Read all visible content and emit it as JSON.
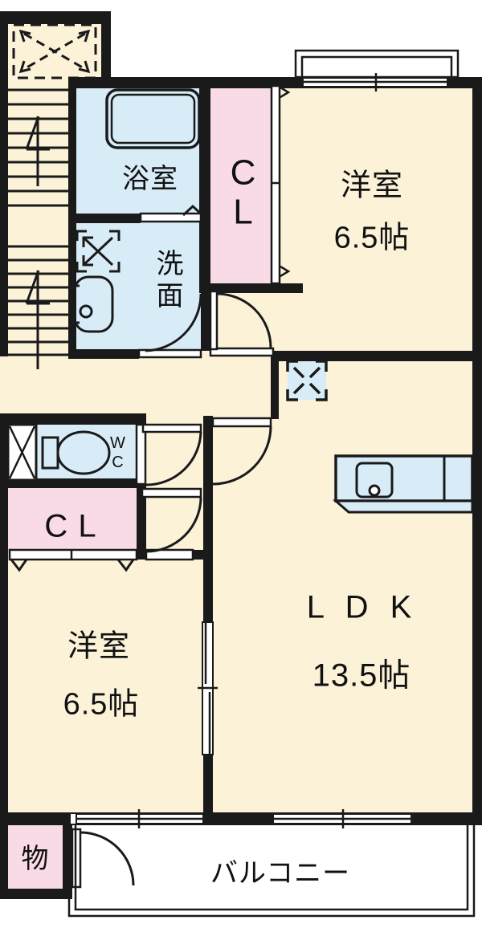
{
  "title": "2LDK apartment floor plan",
  "type": "floor_plan",
  "rooms": {
    "bathroom": {
      "label": "浴室"
    },
    "washroom": {
      "label": "洗面"
    },
    "closet_top": {
      "label": "C\nL"
    },
    "bedroom_top": {
      "label": "洋室",
      "size": "6.5帖"
    },
    "wc": {
      "label": "W\nC"
    },
    "closet_bottom": {
      "label": "C L"
    },
    "ldk": {
      "label": "L D K",
      "size": "13.5帖"
    },
    "bedroom_bottom": {
      "label": "洋室",
      "size": "6.5帖"
    },
    "storage": {
      "label": "物"
    },
    "balcony": {
      "label": "バルコニー"
    }
  },
  "icons": [
    "staircase",
    "stair-up-arrow",
    "void-x-symbol",
    "bathtub-icon",
    "washing-machine-icon",
    "sink-icon",
    "toilet-icon",
    "pipe-space-x",
    "access-hatch-x",
    "kitchen-counter-icon",
    "door-swing-arc",
    "folding-door-arrows",
    "sliding-door",
    "window-band",
    "balcony-outline"
  ],
  "colors": {
    "floor_cream": "#FBF2D8",
    "wet_area_blue": "#D8ECF8",
    "closet_pink": "#F9DBE7",
    "line_black": "#1A1A1A",
    "opening_white": "#FFFFFF"
  }
}
